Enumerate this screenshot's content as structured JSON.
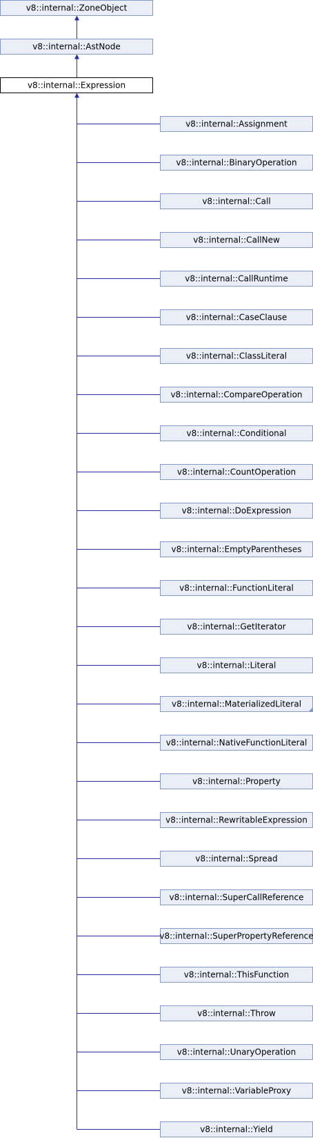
{
  "diagram": {
    "ancestors": [
      {
        "name": "v8::internal::ZoneObject"
      },
      {
        "name": "v8::internal::AstNode"
      }
    ],
    "focus": {
      "name": "v8::internal::Expression"
    },
    "subclasses": [
      {
        "name": "v8::internal::Assignment",
        "truncated": false
      },
      {
        "name": "v8::internal::BinaryOperation",
        "truncated": false
      },
      {
        "name": "v8::internal::Call",
        "truncated": false
      },
      {
        "name": "v8::internal::CallNew",
        "truncated": false
      },
      {
        "name": "v8::internal::CallRuntime",
        "truncated": false
      },
      {
        "name": "v8::internal::CaseClause",
        "truncated": false
      },
      {
        "name": "v8::internal::ClassLiteral",
        "truncated": false
      },
      {
        "name": "v8::internal::CompareOperation",
        "truncated": false
      },
      {
        "name": "v8::internal::Conditional",
        "truncated": false
      },
      {
        "name": "v8::internal::CountOperation",
        "truncated": false
      },
      {
        "name": "v8::internal::DoExpression",
        "truncated": false
      },
      {
        "name": "v8::internal::EmptyParentheses",
        "truncated": false
      },
      {
        "name": "v8::internal::FunctionLiteral",
        "truncated": false
      },
      {
        "name": "v8::internal::GetIterator",
        "truncated": false
      },
      {
        "name": "v8::internal::Literal",
        "truncated": false
      },
      {
        "name": "v8::internal::MaterializedLiteral",
        "truncated": true
      },
      {
        "name": "v8::internal::NativeFunctionLiteral",
        "truncated": false
      },
      {
        "name": "v8::internal::Property",
        "truncated": false
      },
      {
        "name": "v8::internal::RewritableExpression",
        "truncated": false
      },
      {
        "name": "v8::internal::Spread",
        "truncated": false
      },
      {
        "name": "v8::internal::SuperCallReference",
        "truncated": false
      },
      {
        "name": "v8::internal::SuperPropertyReference",
        "truncated": false
      },
      {
        "name": "v8::internal::ThisFunction",
        "truncated": false
      },
      {
        "name": "v8::internal::Throw",
        "truncated": false
      },
      {
        "name": "v8::internal::UnaryOperation",
        "truncated": false
      },
      {
        "name": "v8::internal::VariableProxy",
        "truncated": false
      },
      {
        "name": "v8::internal::Yield",
        "truncated": false
      }
    ],
    "colors": {
      "node_fill": "#e9eef7",
      "node_border": "#8498c8",
      "focus_fill": "#ffffff",
      "focus_border": "#000000",
      "edge": "#2a2ab0"
    }
  }
}
